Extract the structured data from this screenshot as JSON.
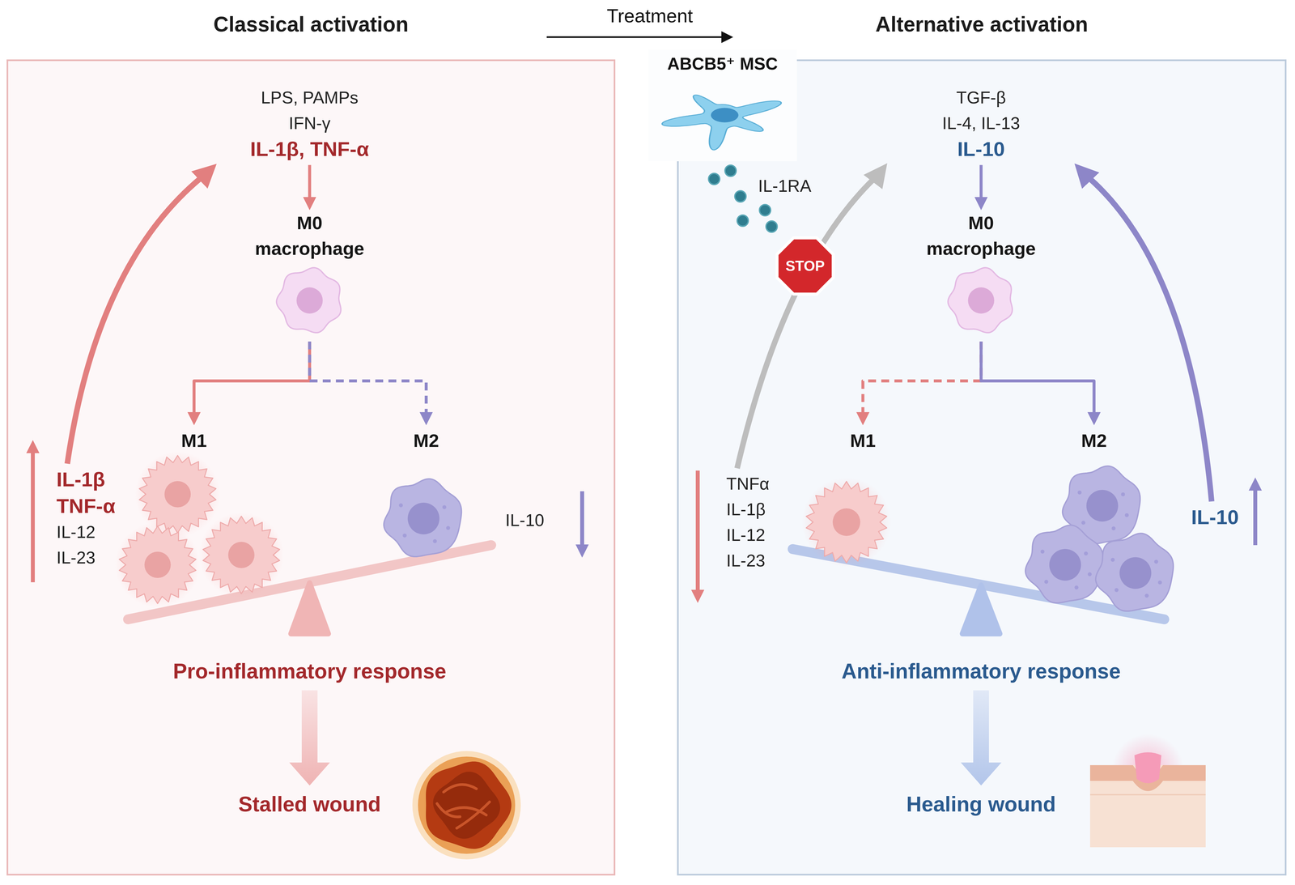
{
  "diagram": {
    "nodes": [
      {
        "text": [
          "Classical activation"
        ]
      },
      {
        "text": [
          "LPS, PAMPs",
          "IFN-γ",
          "IL-1β, TNF-α"
        ],
        "in": 0
      },
      {
        "text": [
          "M0 macrophage"
        ],
        "in": 0
      },
      {
        "text": [
          "M1"
        ],
        "in": 0
      },
      {
        "text": [
          "M2"
        ],
        "in": 0
      },
      {
        "text": [
          "IL-1β",
          "TNF-α",
          "IL-12",
          "IL-23"
        ],
        "in": 0
      },
      {
        "text": [
          "Pro-inflammatory response"
        ],
        "in": 0
      },
      {
        "text": [
          "Stalled wound"
        ],
        "in": 0
      },
      {
        "text": [
          "Alternative activation"
        ]
      },
      {
        "text": [
          "ABCB5⁺ MSC"
        ]
      },
      {
        "text": [
          "TGF-β",
          "IL-4, IL-13",
          "IL-10"
        ],
        "in": 8
      },
      {
        "text": [
          "M0 macrophage"
        ],
        "in": 8
      },
      {
        "text": [
          "M1"
        ],
        "in": 8
      },
      {
        "text": [
          "M2"
        ],
        "in": 8
      },
      {
        "text": [
          "TNFα",
          "IL-1β",
          "IL-12",
          "IL-23"
        ],
        "in": 8
      },
      {
        "text": [
          "IL-10"
        ],
        "in": 8
      },
      {
        "text": [
          "Anti-inflammatory response"
        ],
        "in": 8
      },
      {
        "text": [
          "Healing wound"
        ],
        "in": 8
      }
    ],
    "edges": [
      {
        "from": 1,
        "to": 2,
        "arrow": "to"
      },
      {
        "from": 2,
        "to": 3,
        "arrow": "to"
      },
      {
        "from": 2,
        "to": 4,
        "arrow": "to"
      },
      {
        "from": 5,
        "to": 1,
        "arrow": "to"
      },
      {
        "from": 6,
        "to": 7,
        "arrow": "to"
      },
      {
        "from": 10,
        "to": 11,
        "arrow": "to"
      },
      {
        "from": 11,
        "to": 12,
        "arrow": "to"
      },
      {
        "from": 11,
        "to": 13,
        "arrow": "to"
      },
      {
        "from": 14,
        "to": 10,
        "arrow": "to"
      },
      {
        "from": 15,
        "to": 10,
        "arrow": "to"
      },
      {
        "from": 16,
        "to": 17,
        "arrow": "to"
      }
    ],
    "labels": [
      "Treatment",
      "IL-1RA",
      "STOP",
      "IL-10"
    ]
  }
}
